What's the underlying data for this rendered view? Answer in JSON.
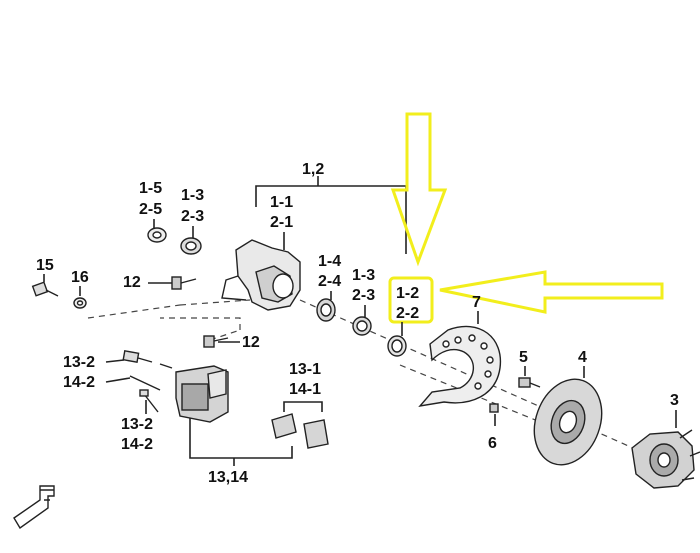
{
  "colors": {
    "highlight": "#f2ee1c",
    "ink": "#222222",
    "part_fill": "#e6e6e6",
    "part_dark": "#9a9a9a"
  },
  "labels": {
    "l1_2": "1,2",
    "l1_5": "1-5",
    "l2_5": "2-5",
    "l1_3a": "1-3",
    "l2_3a": "2-3",
    "l1_1": "1-1",
    "l2_1": "2-1",
    "l15": "15",
    "l16": "16",
    "l12a": "12",
    "l1_4": "1-4",
    "l2_4": "2-4",
    "l1_3b": "1-3",
    "l2_3b": "2-3",
    "l1_2h": "1-2",
    "l2_2h": "2-2",
    "l7": "7",
    "l12b": "12",
    "l13_2a": "13-2",
    "l14_2a": "14-2",
    "l13_2b": "13-2",
    "l14_2b": "14-2",
    "l13_1": "13-1",
    "l14_1": "14-1",
    "l13_14": "13,14",
    "l5": "5",
    "l4": "4",
    "l6": "6",
    "l3": "3"
  },
  "icons": {
    "front_arrow": "front-direction-icon",
    "down_arrow": "highlight-arrow-down-icon",
    "left_arrow": "highlight-arrow-left-icon"
  }
}
